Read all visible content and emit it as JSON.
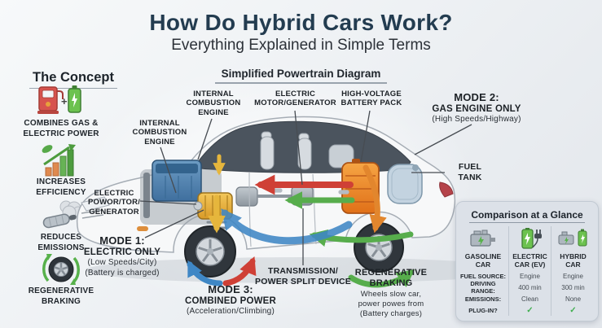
{
  "header": {
    "title": "How Do Hybrid Cars Work?",
    "subtitle": "Everything Explained in Simple Terms"
  },
  "concept": {
    "heading": "The Concept",
    "items": [
      {
        "icon": "gas-pump-plus-battery-icon",
        "label": "COMBINES GAS &\nELECTRIC POWER"
      },
      {
        "icon": "efficiency-growth-leaf-icon",
        "label": "INCREASES\nEFFICIENCY"
      },
      {
        "icon": "exhaust-emissions-icon",
        "label": "REDUCES\nEMISSIONS"
      },
      {
        "icon": "regen-braking-wheel-icon",
        "label": "REGENERATIVE\nBRAKING"
      }
    ]
  },
  "diagram": {
    "heading": "Simplified Powertrain Diagram",
    "labels": {
      "ice_top": "INTERNAL\nCOMBUSTION\nENGINE",
      "ice_left": "INTERNAL\nCOMBUSTION\nENGINE",
      "electric_motor": "ELECTRIC\nMOTOR/GENERATOR",
      "battery_pack": "HIGH-VOLTAGE\nBATTERY PACK",
      "electric_power": "ELECTRIC\nPOWOR/TOR/\nGENERATOR",
      "fuel_tank": "FUEL\nTANK",
      "transmission": "TRANSMISSION/\nPOWER SPLIT DEVICE"
    },
    "modes": [
      {
        "title": "MODE 1:",
        "subtitle": "ELECTRIC ONLY",
        "detail": "(Low Speeds/City)\n(Battery is charged)"
      },
      {
        "title": "MODE 2:",
        "subtitle": "GAS ENGINE ONLY",
        "detail": "(High Speeds/Highway)"
      },
      {
        "title": "MODE 3:",
        "subtitle": "COMBINED POWER",
        "detail": "(Acceleration/Climbing)"
      }
    ],
    "regen": {
      "title": "REGENERATIVE\nBRAKING",
      "detail": "Wheels slow car,\npower powes from\n(Battery charges)"
    }
  },
  "comparison": {
    "heading": "Comparison at a Glance",
    "columns": [
      {
        "icon": "gasoline-engine-icon",
        "name": "GASOLINE\nCAR"
      },
      {
        "icon": "ev-battery-plug-icon",
        "name": "ELECTRIC\nCAR (EV)"
      },
      {
        "icon": "hybrid-engine-battery-icon",
        "name": "HYBRID\nCAR"
      }
    ],
    "rows": [
      {
        "label": "FUEL SOURCE:",
        "ev": "Engine",
        "hybrid": "Engine"
      },
      {
        "label": "DRIVING RANGE:",
        "ev": "400 min",
        "hybrid": "300 min"
      },
      {
        "label": "EMISSIONS:",
        "ev": "Clean",
        "hybrid": "None"
      },
      {
        "label": "PLUG-IN?",
        "ev": "✓",
        "hybrid": "✓"
      }
    ]
  },
  "colors": {
    "title": "#233c50",
    "engine_blue": "#4d7fae",
    "motor_gold": "#e3aa3c",
    "battery_orange": "#ee8f33",
    "fuel_tank_blue": "#c3d3e0",
    "arrow_red": "#cf4036",
    "arrow_green": "#57ad4c",
    "arrow_blue": "#3f87c5",
    "arrow_yellow": "#e6b63c",
    "arrow_orange": "#e2862d",
    "check_green": "#3fae4e"
  }
}
